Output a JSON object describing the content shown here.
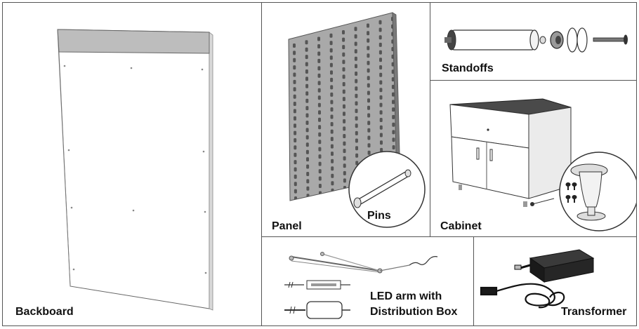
{
  "parts": {
    "backboard": {
      "label": "Backboard"
    },
    "panel": {
      "label": "Panel",
      "inset_label": "Pins"
    },
    "standoffs": {
      "label": "Standoffs"
    },
    "cabinet": {
      "label": "Cabinet"
    },
    "led_arm": {
      "label_line1": "LED arm with",
      "label_line2": "Distribution Box"
    },
    "transformer": {
      "label": "Transformer"
    }
  },
  "colors": {
    "frame": "#555555",
    "panel_fill": "#a9a9a9",
    "cabinet_top": "#4a4a4a",
    "header_strip": "#bdbdbd",
    "black_device": "#1a1a1a"
  }
}
